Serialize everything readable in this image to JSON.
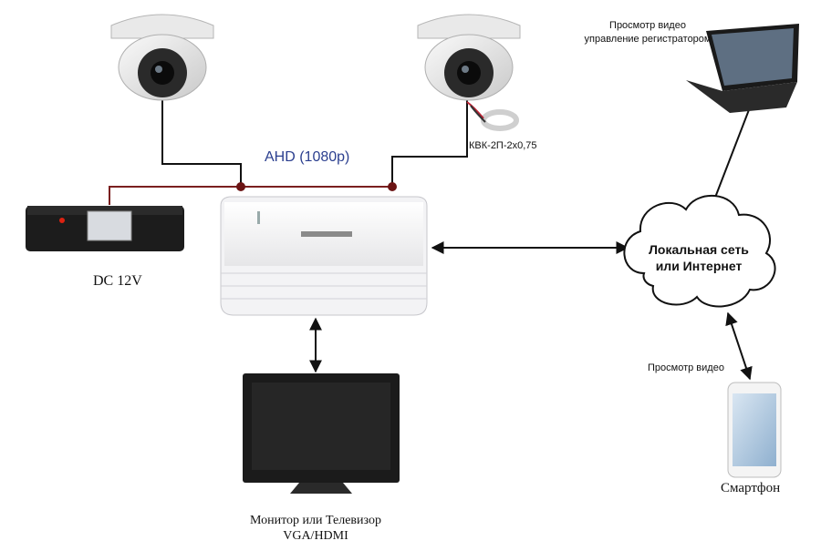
{
  "labels": {
    "ahd": "AHD (1080p)",
    "cable": "КВК-2П-2х0,75",
    "power": "DC 12V",
    "laptop_line1": "Просмотр видео",
    "laptop_line2": "управление регистратором",
    "cloud_line1": "Локальная сеть",
    "cloud_line2": "или Интернет",
    "phone_view": "Просмотр видео",
    "phone": "Смартфон",
    "monitor_line1": "Монитор или Телевизор",
    "monitor_line2": "VGA/HDMI"
  },
  "colors": {
    "ahd_text": "#2b3f8f",
    "power_wire": "#7a1f1f",
    "signal_wire": "#111111",
    "cloud_text": "#111111"
  },
  "icons": [
    "dome-camera-icon",
    "dome-camera-icon",
    "cable-coil-icon",
    "power-supply-icon",
    "dvr-icon",
    "laptop-icon",
    "cloud-icon",
    "smartphone-icon",
    "monitor-icon"
  ]
}
